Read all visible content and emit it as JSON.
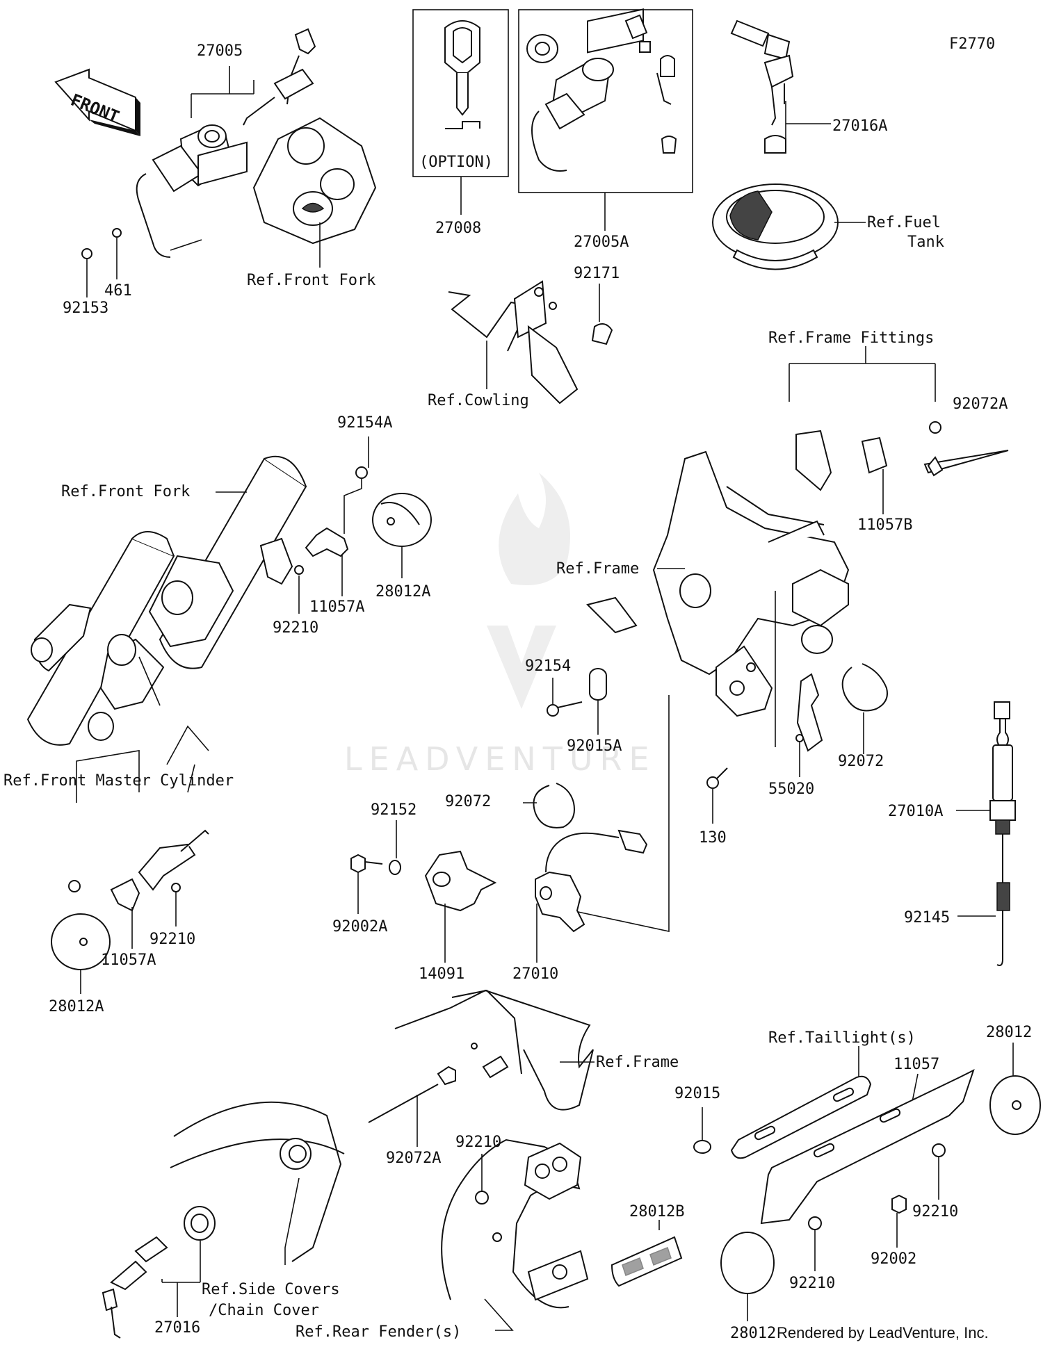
{
  "diagram_code": "F2770",
  "watermark": "LEADVENTURE",
  "credit": "Rendered by LeadVenture, Inc.",
  "front_arrow": "FRONT",
  "option_label": "(OPTION)",
  "labels": {
    "p27005": "27005",
    "p461": "461",
    "p92153": "92153",
    "ref_front_fork_top": "Ref.Front Fork",
    "p27008": "27008",
    "p27005A": "27005A",
    "p27016A": "27016A",
    "ref_fuel_1": "Ref.Fuel",
    "ref_fuel_2": "Tank",
    "p92171": "92171",
    "ref_cowling": "Ref.Cowling",
    "ref_frame_fittings": "Ref.Frame Fittings",
    "p92072A_top": "92072A",
    "p11057B": "11057B",
    "p92154A": "92154A",
    "ref_front_fork_mid": "Ref.Front Fork",
    "p92210_a": "92210",
    "p11057A_a": "11057A",
    "p28012A_a": "28012A",
    "ref_frame_mid": "Ref.Frame",
    "p92154": "92154",
    "p92015A": "92015A",
    "p92072_right": "92072",
    "p55020": "55020",
    "p130": "130",
    "p27010A": "27010A",
    "p92145": "92145",
    "ref_front_master": "Ref.Front Master Cylinder",
    "p92210_b": "92210",
    "p11057A_b": "11057A",
    "p28012A_b": "28012A",
    "p92152": "92152",
    "p92072_mid": "92072",
    "p92002A": "92002A",
    "p14091": "14091",
    "p27010": "27010",
    "ref_frame_low": "Ref.Frame",
    "p92072A_low": "92072A",
    "ref_taillight": "Ref.Taillight(s)",
    "p11057": "11057",
    "p28012_top": "28012",
    "p92015": "92015",
    "p92210_c": "92210",
    "p92210_d": "92210",
    "p92002": "92002",
    "p92210_e": "92210",
    "p28012B": "28012B",
    "ref_side_covers_1": "Ref.Side Covers",
    "ref_side_covers_2": "/Chain Cover",
    "p27016": "27016",
    "ref_rear_fender": "Ref.Rear Fender(s)",
    "p28012_bottom": "28012"
  }
}
